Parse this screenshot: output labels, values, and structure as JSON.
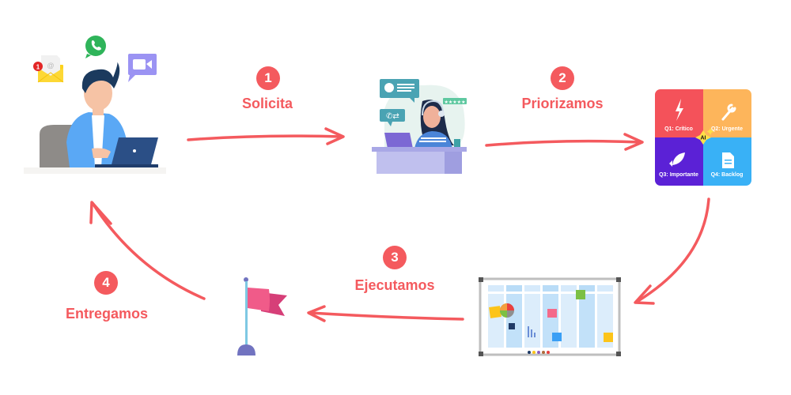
{
  "diagram": {
    "title": "Ciclo de atención de solicitudes",
    "accent_color": "#f45a5e",
    "steps": [
      {
        "number": "1",
        "label": "Solicita"
      },
      {
        "number": "2",
        "label": "Priorizamos"
      },
      {
        "number": "3",
        "label": "Ejecutamos"
      },
      {
        "number": "4",
        "label": "Entregamos"
      }
    ],
    "nodes": {
      "client": {
        "name": "Cliente con canales de contacto",
        "notification_count": "1",
        "channels": [
          "email-icon",
          "whatsapp-icon",
          "video-call-icon"
        ]
      },
      "support": {
        "name": "Agente de soporte",
        "rating": "★★★★★"
      },
      "matrix": {
        "center_badge": "AI",
        "quadrants": [
          {
            "label": "Q1: Crítico",
            "color": "#f4525a",
            "icon": "lightning-icon"
          },
          {
            "label": "Q2: Urgente",
            "color": "#fdb55b",
            "icon": "wrench-icon"
          },
          {
            "label": "Q3: Importante",
            "color": "#5b21d6",
            "icon": "rocket-icon"
          },
          {
            "label": "Q4: Backlog",
            "color": "#39b1f6",
            "icon": "document-icon"
          }
        ]
      },
      "board": {
        "name": "Tablero de tareas"
      },
      "flag": {
        "name": "Bandera de entrega"
      }
    }
  }
}
